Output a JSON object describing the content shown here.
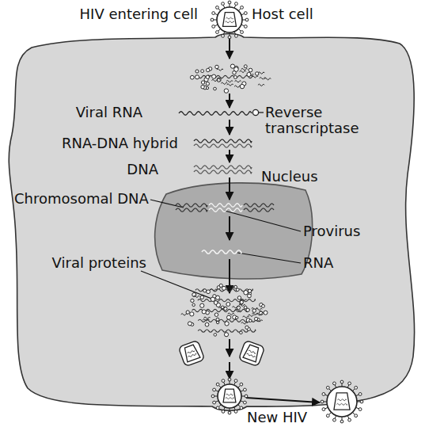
{
  "diagram": {
    "nodes": [
      {
        "text": [
          "Host cell"
        ]
      },
      {
        "text": [
          "Nucleus"
        ],
        "in": 0
      }
    ],
    "labels": [
      "HIV entering cell",
      "Viral RNA",
      "Reverse transcriptase",
      "RNA-DNA hybrid",
      "DNA",
      "Chromosomal DNA",
      "Provirus",
      "RNA",
      "Viral proteins",
      "New HIV"
    ]
  }
}
